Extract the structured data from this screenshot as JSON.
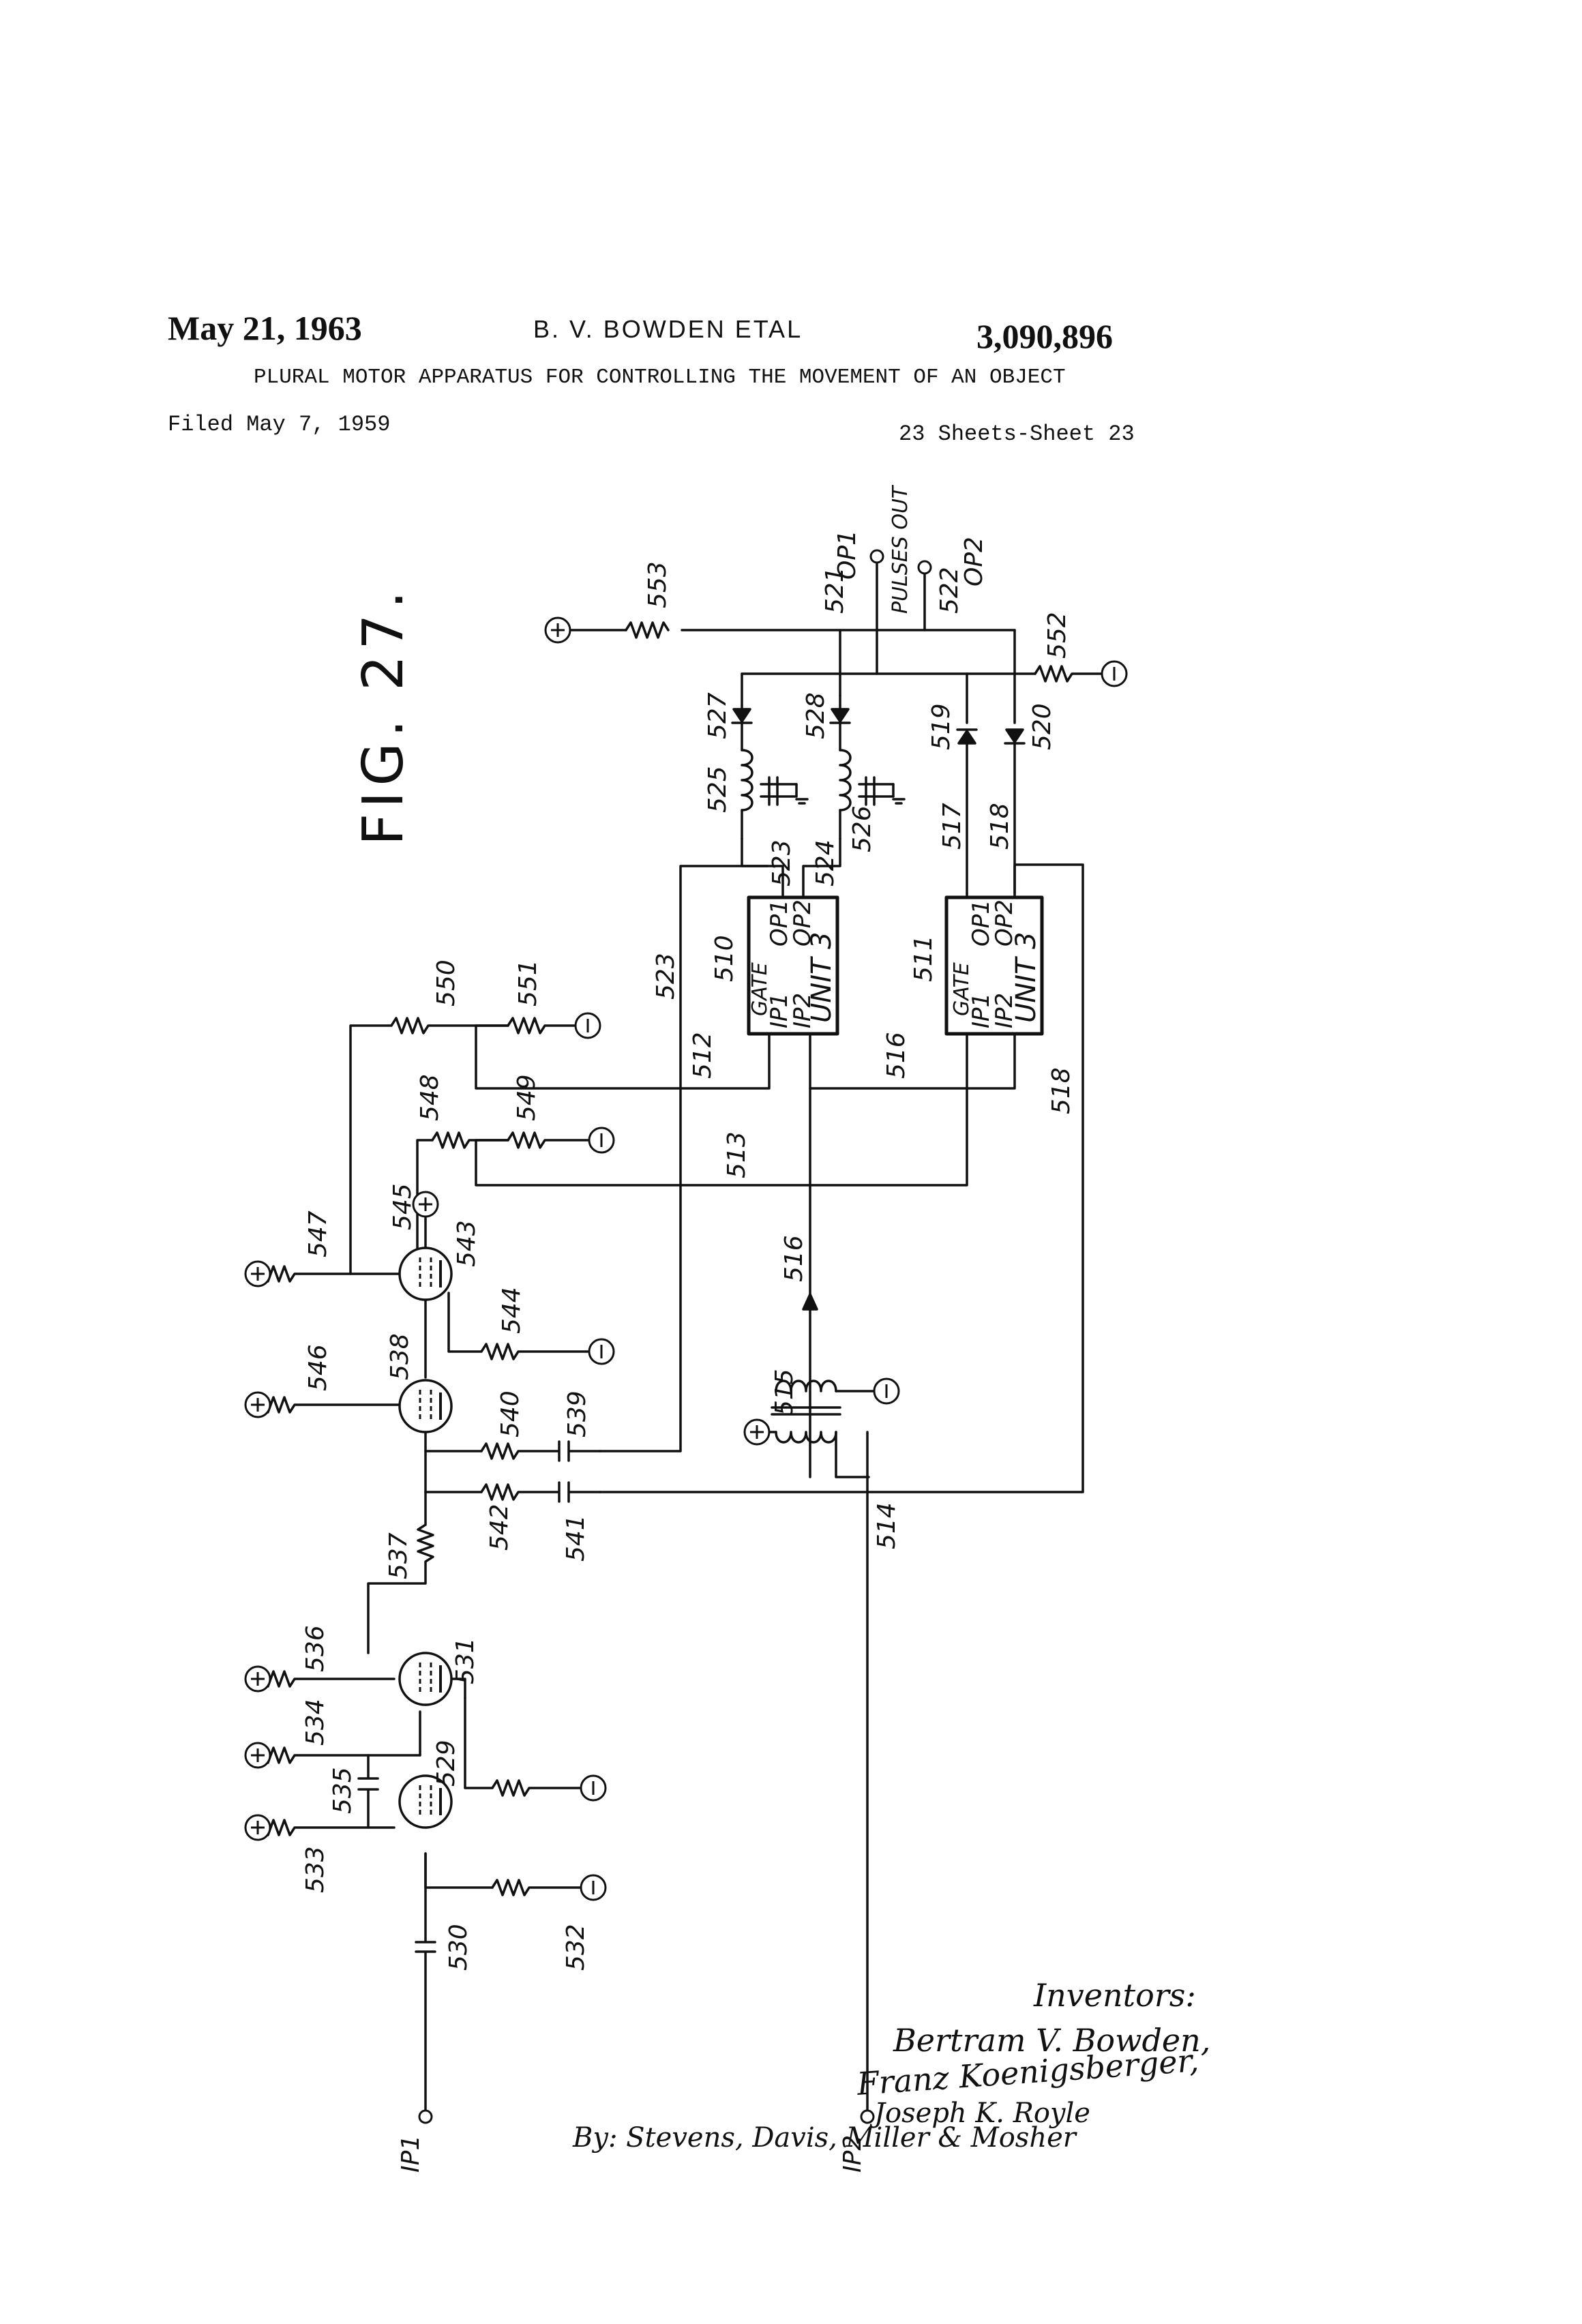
{
  "header": {
    "date": "May 21, 1963",
    "inventor": "B. V. BOWDEN ETAL",
    "patent_number": "3,090,896",
    "title": "PLURAL MOTOR APPARATUS FOR CONTROLLING THE MOVEMENT OF AN OBJECT",
    "filed": "Filed May 7, 1959",
    "sheets": "23 Sheets-Sheet 23"
  },
  "figure": {
    "label": "FIG. 27.",
    "pulses_out": "PULSES OUT",
    "units": {
      "top": {
        "name": "UNIT 3",
        "gate": "GATE",
        "ip1": "IP1",
        "ip2": "IP2",
        "op1": "OP1",
        "op2": "OP2"
      },
      "bottom": {
        "name": "UNIT 3",
        "gate": "GATE",
        "ip1": "IP1",
        "ip2": "IP2",
        "op1": "OP1",
        "op2": "OP2"
      }
    },
    "terminals": {
      "ip1": "IP1",
      "ip2": "IP2",
      "op1": "OP1",
      "op2": "OP2"
    },
    "refs": {
      "r510": "510",
      "r511": "511",
      "r512": "512",
      "r513": "513",
      "r514": "514",
      "r515": "515",
      "r516a": "516",
      "r516b": "516",
      "r517": "517",
      "r518a": "518",
      "r518b": "518",
      "r519": "519",
      "r520": "520",
      "r521": "521",
      "r522": "522",
      "r523a": "523",
      "r523b": "523",
      "r524": "524",
      "r525": "525",
      "r526": "526",
      "r527": "527",
      "r528": "528",
      "r529": "529",
      "r530": "530",
      "r531": "531",
      "r532": "532",
      "r533": "533",
      "r534": "534",
      "r535": "535",
      "r536": "536",
      "r537": "537",
      "r538": "538",
      "r539": "539",
      "r540": "540",
      "r541": "541",
      "r542": "542",
      "r543": "543",
      "r544": "544",
      "r545": "545",
      "r546": "546",
      "r547": "547",
      "r548": "548",
      "r549": "549",
      "r550": "550",
      "r551": "551",
      "r552": "552",
      "r553": "553"
    }
  },
  "signature": {
    "inventors_heading": "Inventors:",
    "names": [
      "Bertram V. Bowden,",
      "Franz Koenigsberger,",
      "Joseph K. Royle"
    ],
    "attorneys": "By: Stevens, Davis, Miller & Mosher"
  }
}
